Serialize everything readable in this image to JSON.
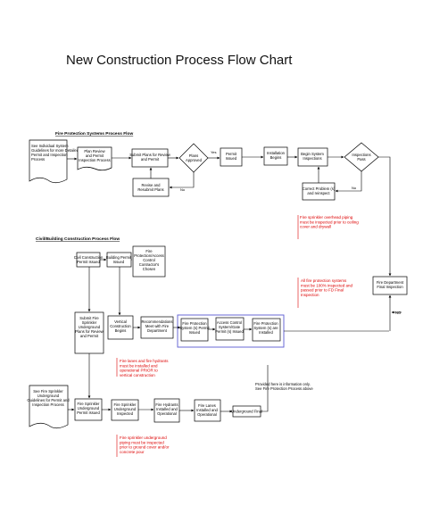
{
  "title": "New Construction Process Flow Chart",
  "fire_section": {
    "heading": "Fire Protection Systems Process Flow",
    "doc_note": [
      "See Individual System",
      "Guidelines for more Detailed",
      "Permit and Inspection",
      "Process"
    ],
    "plan_review": [
      "Plan Review",
      "and Permit",
      "Inspection Process"
    ],
    "submit_plans": [
      "Submit Plans for Review",
      "and Permit"
    ],
    "decision_plans_approved": [
      "Plans",
      "Approved"
    ],
    "no_label_1": "No",
    "yes_label_1": "Yes",
    "revise_resubmit": [
      "Revise and",
      "Resubmit Plans"
    ],
    "permit_issued": [
      "Permit",
      "Issued"
    ],
    "installation_begins": [
      "Installation",
      "Begins"
    ],
    "begin_system_inspections": [
      "Begin System",
      "Inspections"
    ],
    "decision_inspections_pass": [
      "Inspections",
      "Pass"
    ],
    "no_label_2": "No",
    "correct_problem": [
      "Correct Problem (s)",
      "and reinspect"
    ],
    "note_overhead": [
      "Fire sprinkler overhead piping",
      "must be inspected prior to ceiling",
      "cover and drywall"
    ]
  },
  "civil_section": {
    "heading": "Civil/Building Construction Process Flow",
    "civil_permit": [
      "Civil Construction",
      "Permit Issued"
    ],
    "building_permit": [
      "Building Permit",
      "Issued"
    ],
    "fire_protection_contractor": [
      "Fire",
      "Protection/Access",
      "Control",
      "Contractor's",
      "Chosen"
    ],
    "note_all_systems": [
      "All fire protection systems",
      "must be 100% inspected and",
      "passed prior to FD Final",
      "Inspection"
    ],
    "fire_dept_final": [
      "Fire Department",
      "Final Inspection"
    ],
    "no_label_3": "NO",
    "submit_fire_sprinkler": [
      "Submit Fire",
      "Sprinkler",
      "Underground",
      "Plans for Review",
      "and Permit"
    ],
    "vertical_construction": [
      "Vertical",
      "Construction",
      "Begins"
    ],
    "recommendations_meet": [
      "Recommendations",
      "Meet with Fire",
      "Department"
    ],
    "fps_permit_issued": [
      "Fire Protection",
      "System (s) Permit",
      "Issued"
    ],
    "access_control": [
      "Access Control",
      "System/Gate",
      "Permit (s) Issued"
    ],
    "fps_installed": [
      "Fire Protection",
      "System (s) are",
      "Installed"
    ],
    "note_fire_lanes": [
      "Fire lanes and fire hydrants",
      "must be installed and",
      "operational PRIOR to",
      "vertical construction"
    ],
    "note_provided_info": [
      "Provided here is information only.",
      "See Fire Protection Process above"
    ],
    "underground_guidelines": [
      "See Fire Sprinkler",
      "Underground",
      "Guidelines for Permit and",
      "Inspection Process"
    ],
    "fire_sprinkler_permit_issued": [
      "Fire Sprinkler",
      "Underground",
      "Permit Issued"
    ],
    "fire_sprinkler_inspected": [
      "Fire Sprinkler",
      "Underground",
      "Inspected"
    ],
    "fire_hydrants": [
      "Fire Hydrants",
      "Installed and",
      "Operational"
    ],
    "fire_lanes": [
      "Fire Lanes",
      "Installed and",
      "Operational"
    ],
    "underground_final": "Underground Final",
    "note_underground_piping": [
      "Fire sprinkler underground",
      "piping must be inspected",
      "prior to ground cover and/or",
      "concrete pour"
    ]
  },
  "colors": {
    "line": "#000000",
    "note": "#dd0000",
    "group_border": "#5a5ad0"
  }
}
